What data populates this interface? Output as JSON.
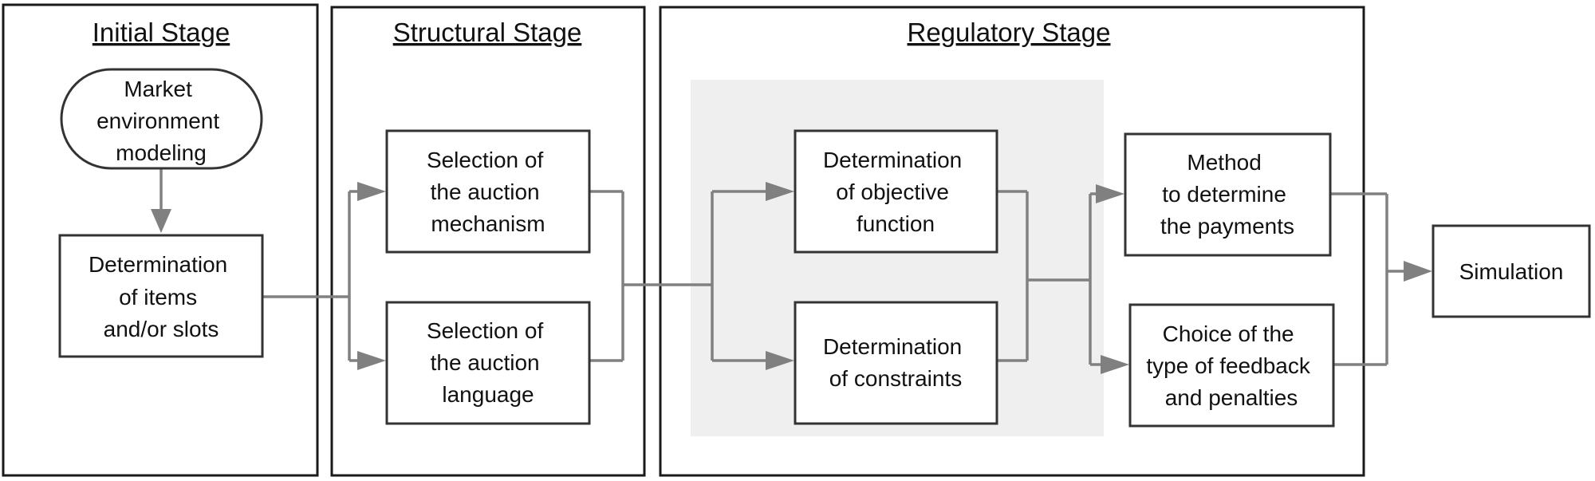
{
  "stages": {
    "initial": "Initial Stage",
    "structural": "Structural Stage",
    "regulatory": "Regulatory Stage"
  },
  "nodes": {
    "market": [
      "Market",
      "environment",
      "modeling"
    ],
    "items": [
      "Determination",
      "of items",
      "and/or slots"
    ],
    "mechanism": [
      "Selection of",
      "the auction",
      "mechanism"
    ],
    "language": [
      "Selection of",
      "the auction",
      "language"
    ],
    "objective": [
      "Determination",
      "of objective",
      "function"
    ],
    "constraints": [
      "Determination",
      "of constraints"
    ],
    "payments": [
      "Method",
      "to determine",
      "the payments"
    ],
    "feedback": [
      "Choice of the",
      "type of feedback",
      "and penalties"
    ],
    "simulation": [
      "Simulation"
    ]
  }
}
